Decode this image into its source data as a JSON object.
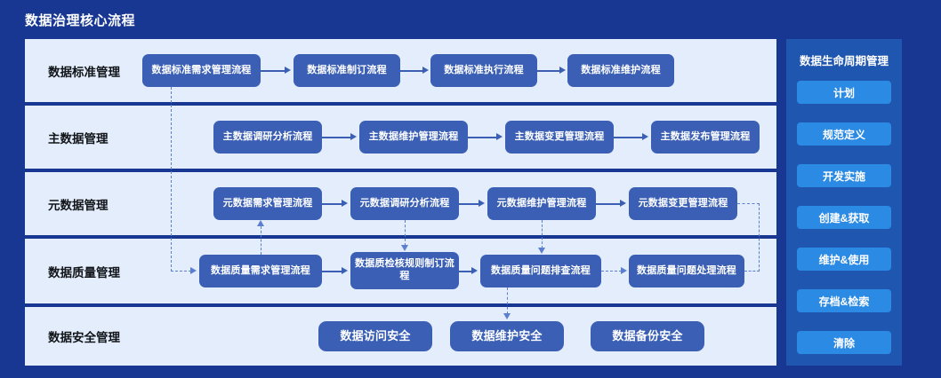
{
  "board": {
    "title": "数据治理核心流程",
    "bg_color": "#173792",
    "lane_bg_color": "#e3edfb",
    "node_color": "#3a5fb5",
    "sidebar_bg_color": "#1e56b0",
    "sidebar_item_color": "#2b8ae3",
    "connector_color": "#5b7fcf"
  },
  "lanes": [
    {
      "label": "数据标准管理",
      "nodes": [
        "数据标准需求管理流程",
        "数据标准制订流程",
        "数据标准执行流程",
        "数据标准维护流程"
      ]
    },
    {
      "label": "主数据管理",
      "nodes": [
        "主数据调研分析流程",
        "主数据维护管理流程",
        "主数据变更管理流程",
        "主数据发布管理流程"
      ]
    },
    {
      "label": "元数据管理",
      "nodes": [
        "元数据需求管理流程",
        "元数据调研分析流程",
        "元数据维护管理流程",
        "元数据变更管理流程"
      ]
    },
    {
      "label": "数据质量管理",
      "nodes": [
        "数据质量需求管理流程",
        "数据质检核规则制订流程",
        "数据质量问题排查流程",
        "数据质量问题处理流程"
      ]
    },
    {
      "label": "数据安全管理",
      "nodes": [
        "数据访问安全",
        "数据维护安全",
        "数据备份安全"
      ]
    }
  ],
  "lifecycle": {
    "title": "数据生命周期管理",
    "items": [
      "计划",
      "规范定义",
      "开发实施",
      "创建&获取",
      "维护&使用",
      "存档&检索",
      "清除"
    ]
  }
}
